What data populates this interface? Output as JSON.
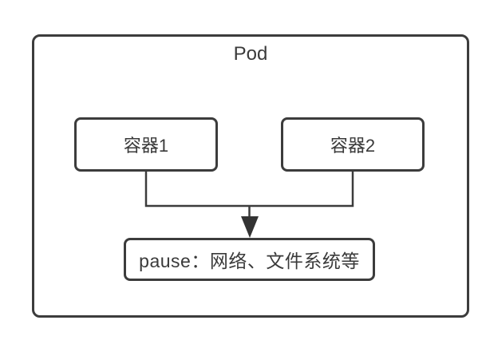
{
  "diagram": {
    "pod": {
      "label": "Pod"
    },
    "containers": [
      {
        "label": "容器1"
      },
      {
        "label": "容器2"
      }
    ],
    "pause": {
      "label": "pause：网络、文件系统等"
    }
  },
  "colors": {
    "line": "#3c3c3c",
    "text": "#3a3a3a",
    "background": "#ffffff"
  }
}
